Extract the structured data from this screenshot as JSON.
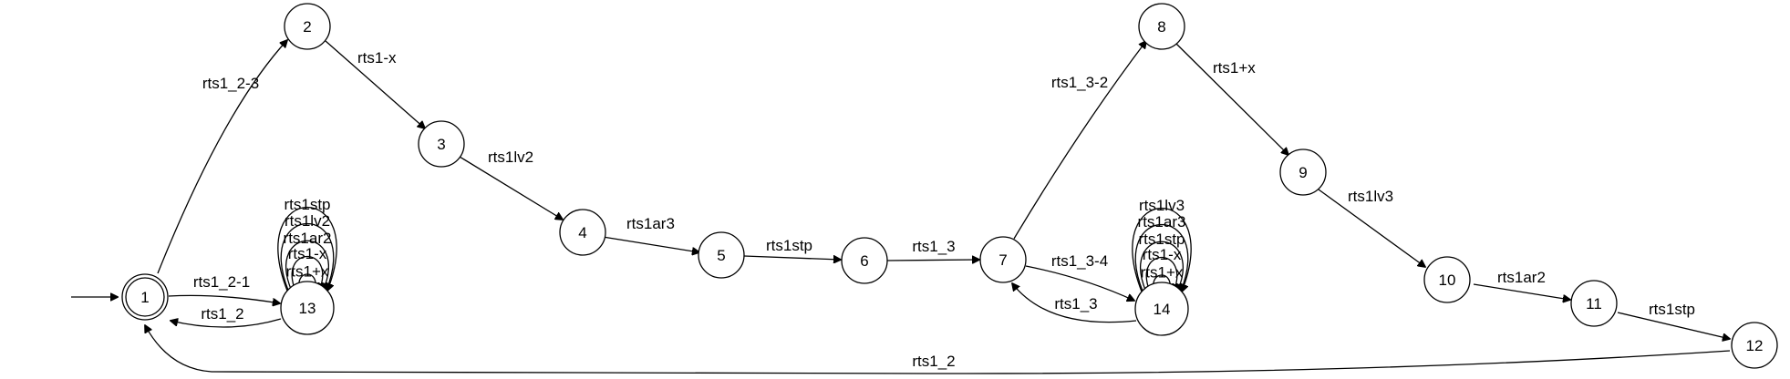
{
  "states": [
    {
      "id": "1",
      "label": "1",
      "accepting": true,
      "initial": true
    },
    {
      "id": "2",
      "label": "2"
    },
    {
      "id": "3",
      "label": "3"
    },
    {
      "id": "4",
      "label": "4"
    },
    {
      "id": "5",
      "label": "5"
    },
    {
      "id": "6",
      "label": "6"
    },
    {
      "id": "7",
      "label": "7"
    },
    {
      "id": "8",
      "label": "8"
    },
    {
      "id": "9",
      "label": "9"
    },
    {
      "id": "10",
      "label": "10"
    },
    {
      "id": "11",
      "label": "11"
    },
    {
      "id": "12",
      "label": "12"
    },
    {
      "id": "13",
      "label": "13"
    },
    {
      "id": "14",
      "label": "14"
    }
  ],
  "transitions": [
    {
      "from": "1",
      "to": "2",
      "label": "rts1_2-3"
    },
    {
      "from": "2",
      "to": "3",
      "label": "rts1-x"
    },
    {
      "from": "3",
      "to": "4",
      "label": "rts1lv2"
    },
    {
      "from": "4",
      "to": "5",
      "label": "rts1ar3"
    },
    {
      "from": "5",
      "to": "6",
      "label": "rts1stp"
    },
    {
      "from": "6",
      "to": "7",
      "label": "rts1_3"
    },
    {
      "from": "7",
      "to": "8",
      "label": "rts1_3-2"
    },
    {
      "from": "8",
      "to": "9",
      "label": "rts1+x"
    },
    {
      "from": "9",
      "to": "10",
      "label": "rts1lv3"
    },
    {
      "from": "10",
      "to": "11",
      "label": "rts1ar2"
    },
    {
      "from": "11",
      "to": "12",
      "label": "rts1stp"
    },
    {
      "from": "12",
      "to": "1",
      "label": "rts1_2"
    },
    {
      "from": "1",
      "to": "13",
      "label": "rts1_2-1"
    },
    {
      "from": "13",
      "to": "1",
      "label": "rts1_2"
    },
    {
      "from": "7",
      "to": "14",
      "label": "rts1_3-4"
    },
    {
      "from": "14",
      "to": "7",
      "label": "rts1_3"
    }
  ],
  "self_loops": {
    "13": [
      "rts1+x",
      "rts1-x",
      "rts1ar2",
      "rts1lv2",
      "rts1stp"
    ],
    "14": [
      "rts1+x",
      "rts1-x",
      "rts1stp",
      "rts1ar3",
      "rts1lv3"
    ]
  }
}
